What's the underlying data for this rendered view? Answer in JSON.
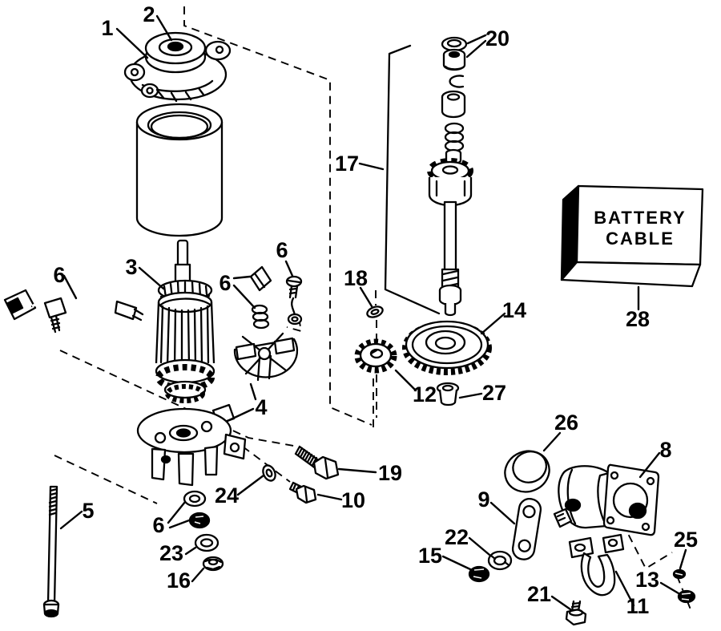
{
  "diagram": {
    "kind": "exploded-parts-diagram",
    "colors": {
      "ink": "#000000",
      "paper": "#ffffff"
    },
    "battery_box": {
      "line1": "BATTERY",
      "line2": "CABLE"
    },
    "callouts": [
      {
        "id": "end-cap-screw",
        "label": "1"
      },
      {
        "id": "end-cap",
        "label": "2"
      },
      {
        "id": "armature",
        "label": "3"
      },
      {
        "id": "brush-lead-wire",
        "label": "6"
      },
      {
        "id": "brush-and-spring",
        "label": "6"
      },
      {
        "id": "brush-screw",
        "label": "6"
      },
      {
        "id": "brush-plate",
        "label": "4"
      },
      {
        "id": "through-bolt",
        "label": "5"
      },
      {
        "id": "washer-nut-set",
        "label": "6"
      },
      {
        "id": "flat-washer",
        "label": "23"
      },
      {
        "id": "locknut",
        "label": "16"
      },
      {
        "id": "small-washer",
        "label": "24"
      },
      {
        "id": "hex-bolt-long",
        "label": "19"
      },
      {
        "id": "hex-bolt-short",
        "label": "10"
      },
      {
        "id": "starter-drive-assy",
        "label": "17"
      },
      {
        "id": "thrust-washer",
        "label": "18"
      },
      {
        "id": "retainer-set",
        "label": "20"
      },
      {
        "id": "drive-gear",
        "label": "14"
      },
      {
        "id": "pinion-gear",
        "label": "12"
      },
      {
        "id": "spacer-bushing",
        "label": "27"
      },
      {
        "id": "sleeve",
        "label": "26"
      },
      {
        "id": "solenoid",
        "label": "8"
      },
      {
        "id": "strap-bracket",
        "label": "9"
      },
      {
        "id": "lock-washer",
        "label": "22"
      },
      {
        "id": "hex-nut",
        "label": "15"
      },
      {
        "id": "flange-bolt",
        "label": "21"
      },
      {
        "id": "clamp-bracket",
        "label": "11"
      },
      {
        "id": "nut-small",
        "label": "13"
      },
      {
        "id": "screw-small",
        "label": "25"
      },
      {
        "id": "battery-cable",
        "label": "28"
      }
    ]
  }
}
